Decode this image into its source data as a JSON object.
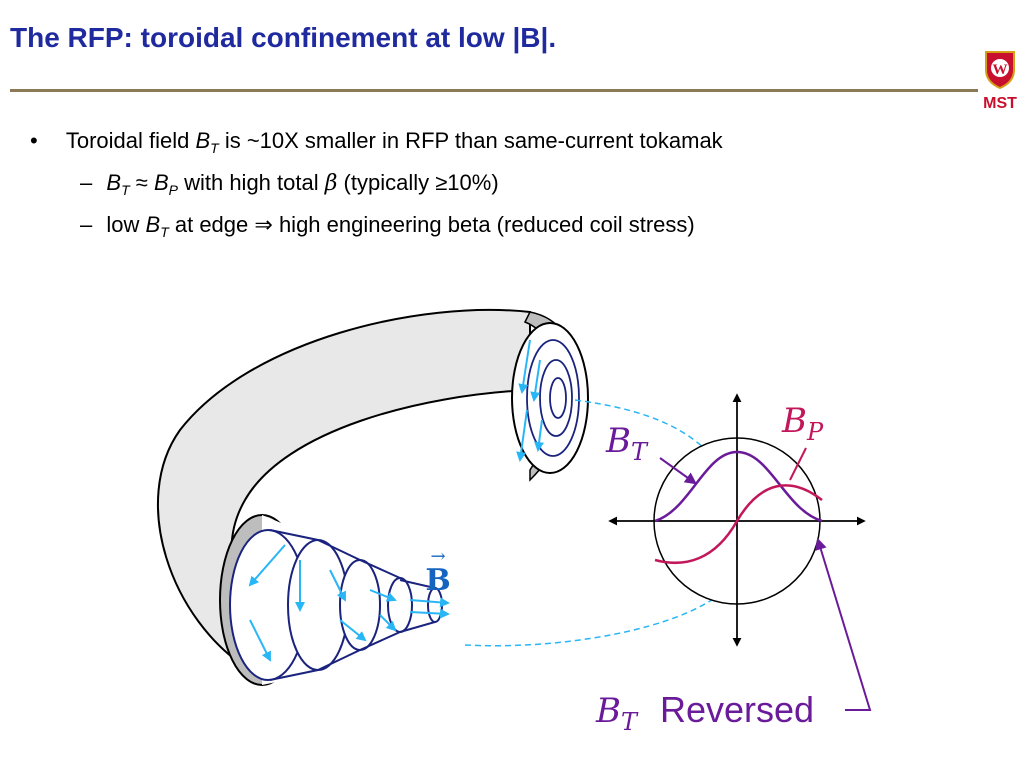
{
  "title": "The RFP:  toroidal confinement at low |B|.",
  "logo": {
    "badge_letter": "W",
    "text": "MST"
  },
  "bullets": [
    {
      "symbol": "•",
      "pre": "Toroidal field ",
      "var": "B",
      "sub": "T",
      "post": " is ~10X smaller in RFP than same-current tokamak"
    },
    {
      "symbol": "–",
      "var1": "B",
      "sub1": "T",
      "mid": " ≈ ",
      "var2": "B",
      "sub2": "P",
      "post1": " with high total ",
      "beta": "β",
      "post2": " (typically ≥10%)"
    },
    {
      "symbol": "–",
      "pre": "low ",
      "var": "B",
      "sub": "T",
      "post1": " at edge ",
      "arrow": "⇒",
      "post2": " high engineering beta (reduced coil stress)"
    }
  ],
  "diagram": {
    "b_vector": {
      "letter": "B",
      "arrow": "→"
    },
    "label_bp": {
      "var": "B",
      "sub": "P"
    },
    "label_bt": {
      "var": "B",
      "sub": "T"
    },
    "label_reversed": {
      "var": "B",
      "sub": "T",
      "text": "Reversed"
    },
    "colors": {
      "bt_curve": "#6a1b9a",
      "bp_curve": "#c2185b",
      "field_lines": "#29b6f6",
      "torus_fill": "#e8e8e8",
      "dashed": "#29b6f6"
    }
  }
}
